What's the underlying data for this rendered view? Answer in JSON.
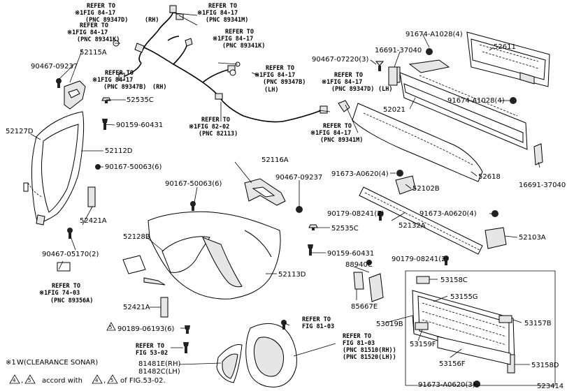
{
  "diagram_id": "523414",
  "footnote": {
    "mark": "※1",
    "text": "W(CLEARANCE SONAR)"
  },
  "legend": {
    "tri_a": "4",
    "tri_b": "5",
    "text": "accord with",
    "tri_c": "4",
    "tri_d": "5",
    "suffix": "of FIG.53-02."
  },
  "refs": {
    "r1": {
      "l1": "REFER TO",
      "l2": "※1FIG 84-17",
      "l3": "(PNC 89347D)",
      "extra": "(RH)"
    },
    "r2": {
      "l1": "REFER TO",
      "l2": "※1FIG 84-17",
      "l3": "(PNC 89341M)"
    },
    "r3": {
      "l1": "REFER TO",
      "l2": "※1FIG 84-17",
      "l3": "(PNC 89341K)"
    },
    "r4": {
      "l1": "REFER TO",
      "l2": "※1FIG 84-17",
      "l3": "(PNC 89341K)"
    },
    "r5": {
      "l1": "REFER TO",
      "l2": "※1FIG 84-17",
      "l3": "(PNC 89347B)",
      "extra": "(RH)"
    },
    "r6": {
      "l1": "REFER TO",
      "l2": "※1FIG 84-17",
      "l3": "(PNC 89347B)",
      "l4": "(LH)"
    },
    "r7": {
      "l1": "REFER TO",
      "l2": "※1FIG 84-17",
      "l3": "(PNC 89347D)",
      "extra": "(LH)"
    },
    "r8": {
      "l1": "REFER TO",
      "l2": "※1FIG 82-02",
      "l3": "(PNC 82113)"
    },
    "r9": {
      "l1": "REFER TO",
      "l2": "※1FIG 84-17",
      "l3": "(PNC 89341M)"
    },
    "r10": {
      "l1": "REFER TO",
      "l2": "※1FIG 74-03",
      "l3": "(PNC 89356A)"
    },
    "r11": {
      "l1": "REFER TO",
      "l2": "FIG 81-03"
    },
    "r12": {
      "l1": "REFER TO",
      "l2": "FIG 81-03",
      "l3": "(PNC 81510(RH))",
      "l4": "(PNC 81520(LH))"
    },
    "r13": {
      "l1": "REFER TO",
      "l2": "FIG 53-02"
    }
  },
  "parts": {
    "p52115A": "52115A",
    "p90467_09237a": "90467-09237",
    "p52535C_a": "52535C",
    "p90159_60431a": "90159-60431",
    "p52127D": "52127D",
    "p52112D": "52112D",
    "p90167_50063a": "90167-50063(6)",
    "p52421A_a": "52421A",
    "p90467_05170": "90467-05170(2)",
    "p52116A": "52116A",
    "p90167_50063b": "90167-50063(6)",
    "p90467_09237b": "90467-09237",
    "p52535C_b": "52535C",
    "p52128B": "52128B",
    "p90159_60431b": "90159-60431",
    "p52113D": "52113D",
    "p52421A_b": "52421A",
    "p90189_06193": "90189-06193(6)",
    "p81481E": "81481E(RH)",
    "p81482C": "81482C(LH)",
    "p91674_A1028a": "91674-A1028(4)",
    "p90467_07220": "90467-07220(3)",
    "p16691_37040a": "16691-37040",
    "p52611": "52611",
    "p91674_A1028b": "91674-A1028(4)",
    "p52021": "52021",
    "p52618": "52618",
    "p16691_37040b": "16691-37040",
    "p91673_A0620a": "91673-A0620(4)",
    "p52102B": "52102B",
    "p90179_08241a": "90179-08241(2)",
    "p91673_A0620b": "91673-A0620(4)",
    "p52132A": "52132A",
    "p52103A": "52103A",
    "p90179_08241b": "90179-08241(2)",
    "p88940C": "88940C",
    "p85667E": "85667E",
    "p53158C": "53158C",
    "p53155G": "53155G",
    "p53019B": "53019B",
    "p53157B": "53157B",
    "p53159F": "53159F",
    "p53156F": "53156F",
    "p53158D": "53158D",
    "p91673_A0620c": "91673-A0620(3)"
  },
  "icons": [
    "bolt-icon",
    "clip-icon",
    "screw-icon",
    "triangle-mark-icon"
  ]
}
